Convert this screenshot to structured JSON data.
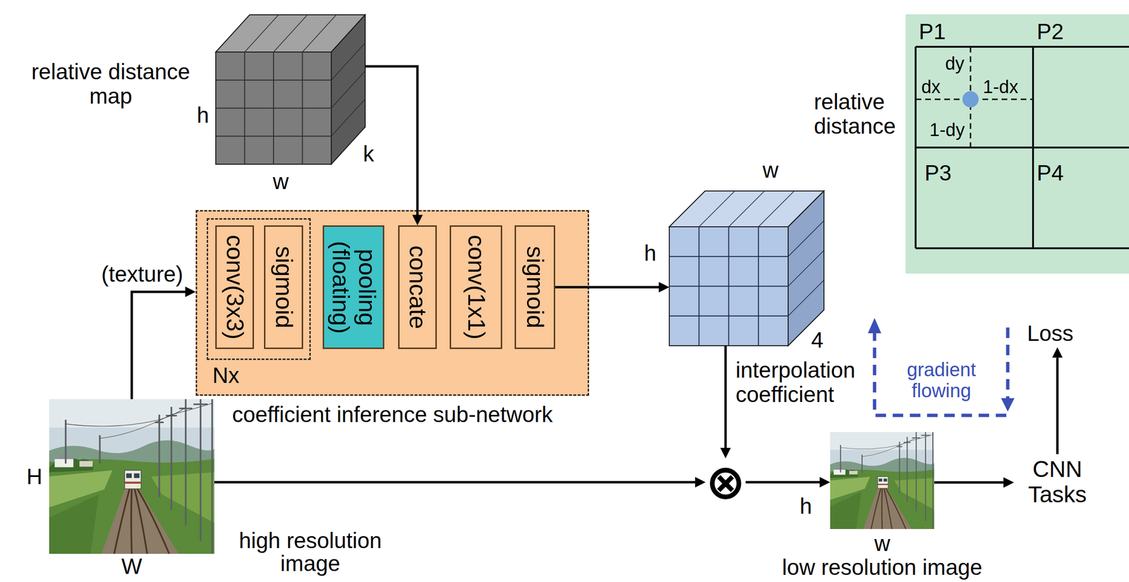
{
  "diagram": {
    "nodes": [
      {
        "text": [
          "relative distance map"
        ]
      },
      {
        "text": [
          "coefficient inference sub-network"
        ]
      },
      {
        "text": [
          "Nx"
        ],
        "in": 1
      },
      {
        "text": [
          "conv(3x3)"
        ],
        "in": 2
      },
      {
        "text": [
          "sigmoid"
        ],
        "in": 2
      },
      {
        "text": [
          "pooling (floating)"
        ],
        "in": 1
      },
      {
        "text": [
          "concate"
        ],
        "in": 1
      },
      {
        "text": [
          "conv(1x1)"
        ],
        "in": 1
      },
      {
        "text": [
          "sigmoid"
        ],
        "in": 1
      },
      {
        "text": [
          "interpolation coefficient"
        ]
      },
      {
        "text": [
          "high resolution image"
        ]
      },
      {
        "text": [
          "⊗"
        ]
      },
      {
        "text": [
          "low resolution image"
        ]
      },
      {
        "text": [
          "CNN Tasks"
        ]
      },
      {
        "text": [
          "Loss"
        ]
      },
      {
        "text": [
          "relative distance"
        ]
      }
    ],
    "edges": [
      {
        "from": 0,
        "to": 6,
        "arrow": "to"
      },
      {
        "from": 10,
        "to": 1,
        "label": "(texture)",
        "arrow": "to"
      },
      {
        "from": 8,
        "to": 9,
        "arrow": "to"
      },
      {
        "from": 9,
        "to": 11,
        "arrow": "to"
      },
      {
        "from": 10,
        "to": 11,
        "arrow": "to"
      },
      {
        "from": 11,
        "to": 12,
        "arrow": "to"
      },
      {
        "from": 12,
        "to": 13,
        "arrow": "to"
      },
      {
        "from": 13,
        "to": 14,
        "arrow": "to"
      }
    ],
    "labels": [
      "h",
      "w",
      "k",
      "w",
      "h",
      "4",
      "H",
      "W",
      "h",
      "w",
      "gradient flowing",
      "P1",
      "P2",
      "P3",
      "P4",
      "dy",
      "dx",
      "1-dx",
      "1-dy"
    ]
  }
}
